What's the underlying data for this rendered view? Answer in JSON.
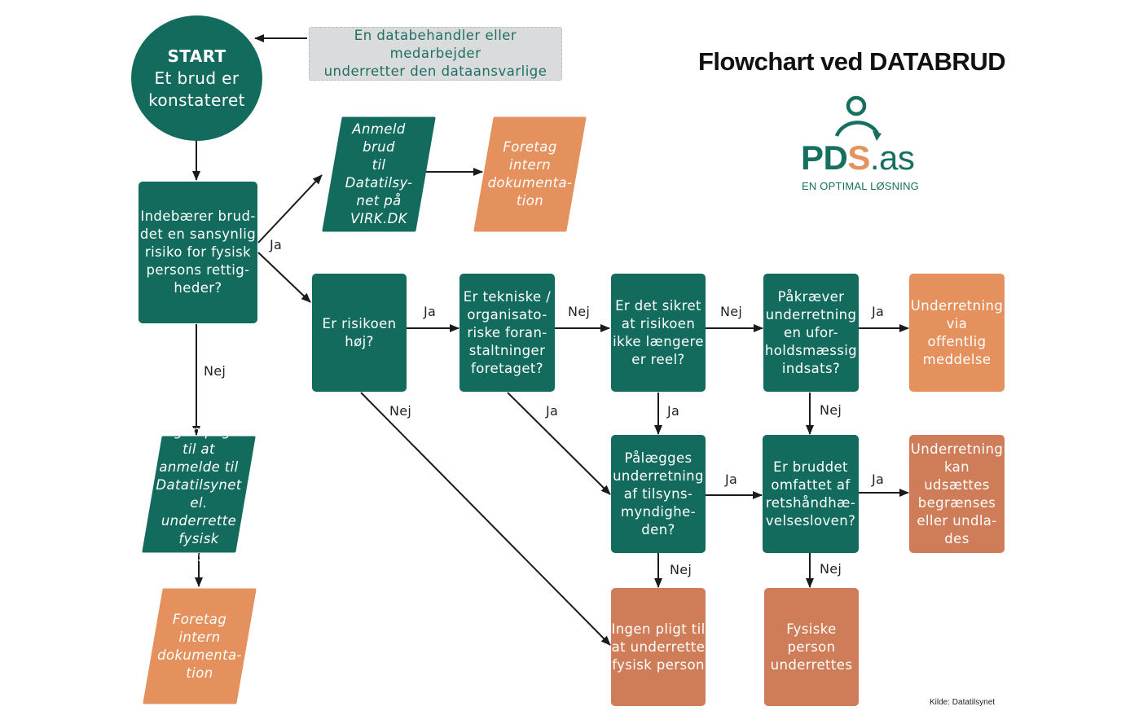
{
  "header": {
    "title": "Flowchart ved DATABRUD",
    "logo_main": "PDS",
    "logo_accent_letter": "S",
    "logo_suffix": ".as",
    "tagline": "EN OPTIMAL LØSNING",
    "source": "Kilde: Datatilsynet"
  },
  "start": {
    "title": "START",
    "text": "Et brud er\nkonstateret"
  },
  "note": "En databehandler eller medarbejder\nunderretter den dataansvarlige",
  "nodes": {
    "q1": "Indebærer brud-\ndet en sansynlig\nrisiko for fysisk\npersons rettig-\nheder?",
    "anmeld": "Anmeld brud\ntil Datatilsy-\nnet på\nVIRK.DK",
    "foretag_top": "Foretag\nintern\ndokumenta-\ntion",
    "q_risiko": "Er risikoen\nhøj?",
    "q_tekniske": "Er tekniske /\norganisato-\nriske foran-\nstaltninger\nforetaget?",
    "q_sikret": "Er det sikret\nat risikoen\nikke længere\ner reel?",
    "q_paakraever": "Påkræver\nunderretning\nen ufor-\nholdsmæssig\nindsats?",
    "underretning_offentlig": "Underretning\nvia\noffentlig\nmeddelse",
    "ingen_pligt_anmelde": "Ingen pligt\ntil at\nanmelde til\nDatatilsynet\nel. underrette\nfysisk person",
    "foretag_bottom": "Foretag\nintern\ndokumenta-\ntion",
    "q_paalaegges": "Pålægges\nunderretning\naf tilsyns-\nmyndighe-\nden?",
    "q_bruddet": "Er bruddet\nomfattet af\nretshåndhæ-\nvelsesloven?",
    "underretning_udsaettes": "Underretning\nkan udsættes\nbegrænses\neller undla-\ndes",
    "ingen_pligt_underrette": "Ingen pligt til\nat underrette\nfysisk person",
    "fysiske_person": "Fysiske\nperson\nunderrettes"
  },
  "edges": {
    "ja": "Ja",
    "nej": "Nej"
  },
  "colors": {
    "green": "#126b5d",
    "orange": "#e4915d",
    "terracotta": "#cf7d58",
    "note_bg": "#d9dbdc",
    "brand_green": "#16705f",
    "brand_orange": "#e2935f"
  }
}
